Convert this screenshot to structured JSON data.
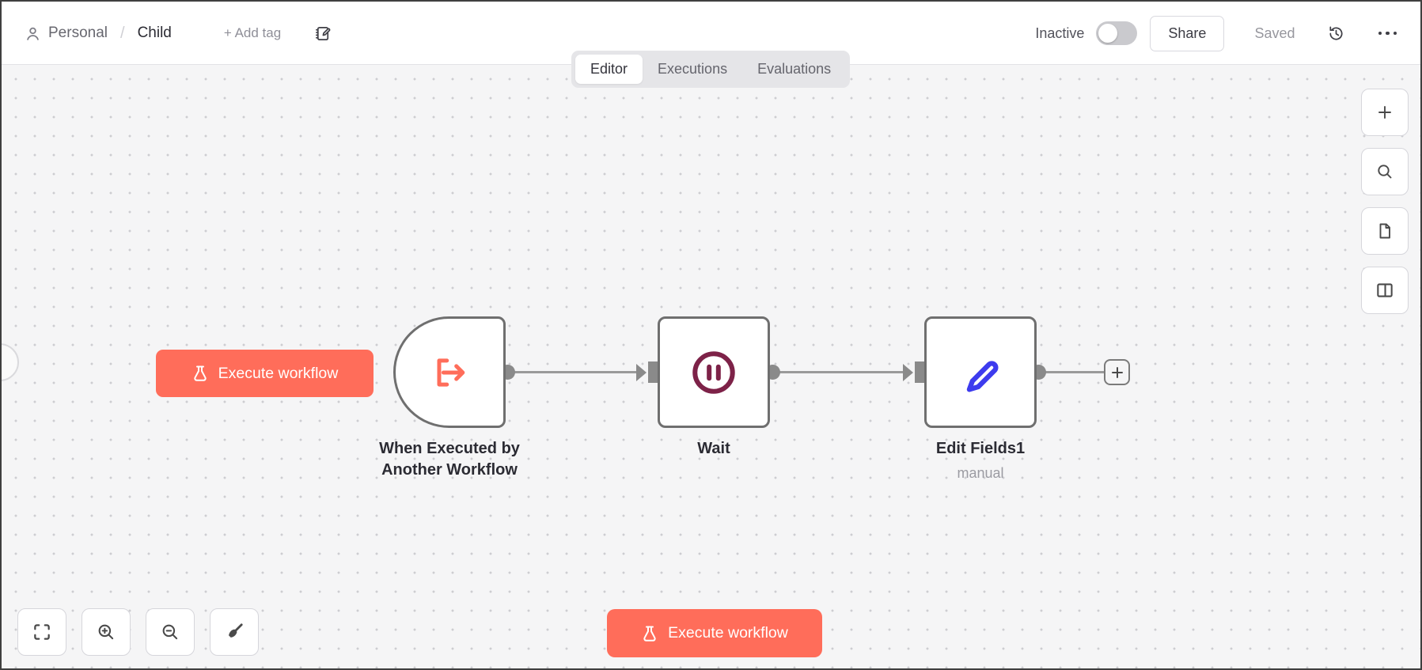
{
  "header": {
    "project_label": "Personal",
    "separator": "/",
    "workflow_title": "Child",
    "add_tag_label": "+ Add tag",
    "activation_status": "Inactive",
    "share_label": "Share",
    "save_status": "Saved",
    "icons": [
      "user-icon",
      "journal-edit-icon",
      "history-icon",
      "ellipsis-menu-icon"
    ]
  },
  "tabs": {
    "editor": "Editor",
    "executions": "Executions",
    "evaluations": "Evaluations",
    "active": "Editor"
  },
  "canvas": {
    "execute_button_label": "Execute workflow",
    "bottom_execute_button_label": "Execute workflow",
    "nodes": {
      "trigger": {
        "label_line1": "When Executed by",
        "label_line2": "Another Workflow",
        "icon": "workflow-output-arrow-icon",
        "accent_color": "#ff6d5a"
      },
      "wait": {
        "label": "Wait",
        "icon": "pause-circle-icon",
        "accent_color": "#7d2248"
      },
      "edit_fields": {
        "label": "Edit Fields1",
        "subtitle": "manual",
        "icon": "pen-icon",
        "accent_color": "#3d3bee"
      }
    },
    "connections": [
      "trigger->wait",
      "wait->edit_fields",
      "edit_fields->add-node"
    ],
    "add_node_icon": "plus-icon"
  },
  "side_toolbar_icons": [
    "plus-icon",
    "search-icon",
    "file-icon",
    "split-panel-icon"
  ],
  "zoom_toolbar_icons": [
    "fit-view-icon",
    "zoom-in-icon",
    "zoom-out-icon",
    "tidy-up-icon"
  ],
  "colors": {
    "primary": "#ff6d5a",
    "wait_icon": "#7d2248",
    "pen_icon": "#3d3bee",
    "canvas_background": "#f5f5f6",
    "node_border": "#6f6f6f",
    "connection": "#9a9a9a"
  }
}
